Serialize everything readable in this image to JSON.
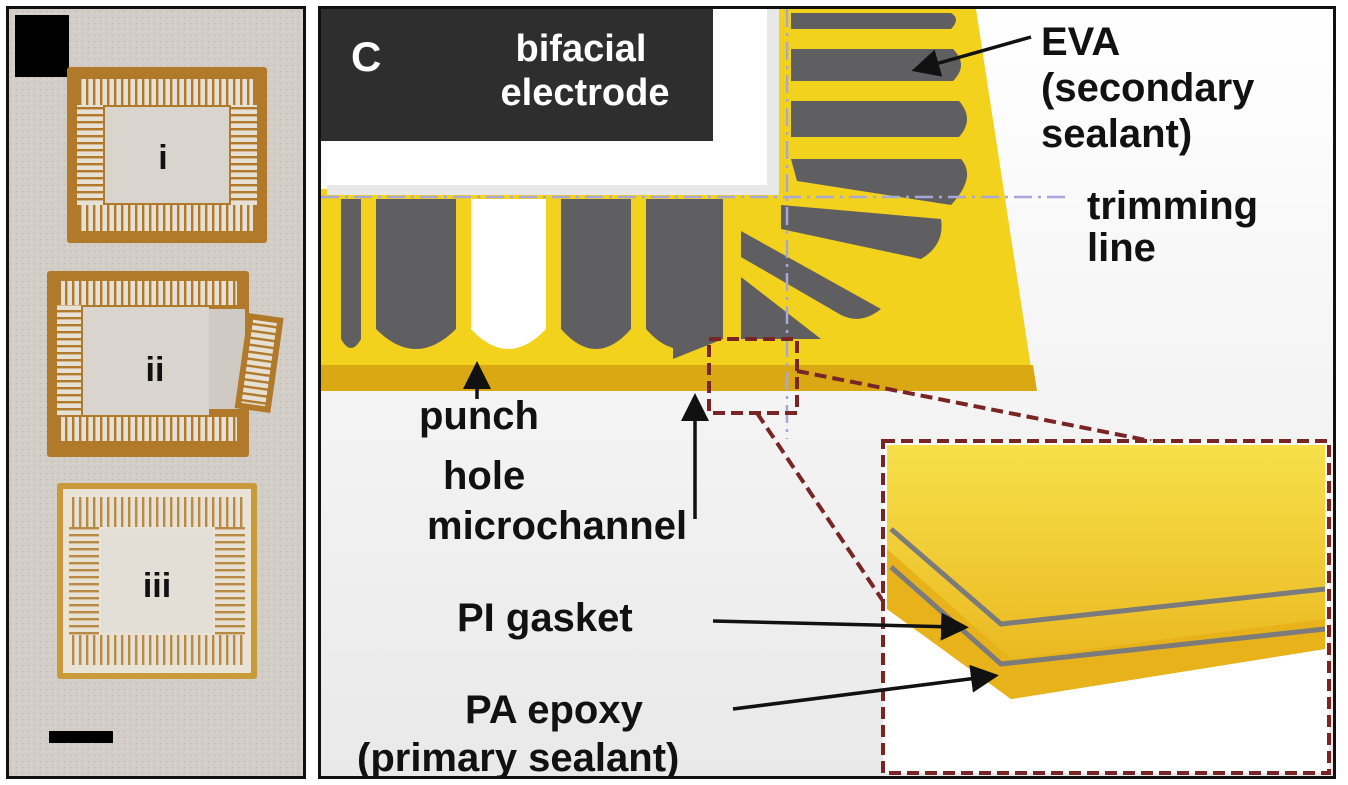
{
  "left_panel": {
    "samples": [
      {
        "label": "i"
      },
      {
        "label": "ii"
      },
      {
        "label": "iii"
      }
    ]
  },
  "right_panel": {
    "panel_letter": "C",
    "electrode_label_line1": "bifacial",
    "electrode_label_line2": "electrode",
    "eva_line1": "EVA",
    "eva_line2": "(secondary",
    "eva_line3": "sealant)",
    "trimming_line1": "trimming",
    "trimming_line2": "line",
    "punch_line1": "punch",
    "punch_line2": "hole",
    "microchannel": "microchannel",
    "pi_gasket": "PI gasket",
    "pa_line1": "PA epoxy",
    "pa_line2": "(primary sealant)"
  },
  "colors": {
    "film_yellow": "#f2d21c",
    "film_brown": "#b07a2a",
    "slot_gray": "#5f5f61",
    "dark_block": "#2e2e2e",
    "zoom_box": "#7a2525",
    "trim_line": "#a8a8d8"
  }
}
